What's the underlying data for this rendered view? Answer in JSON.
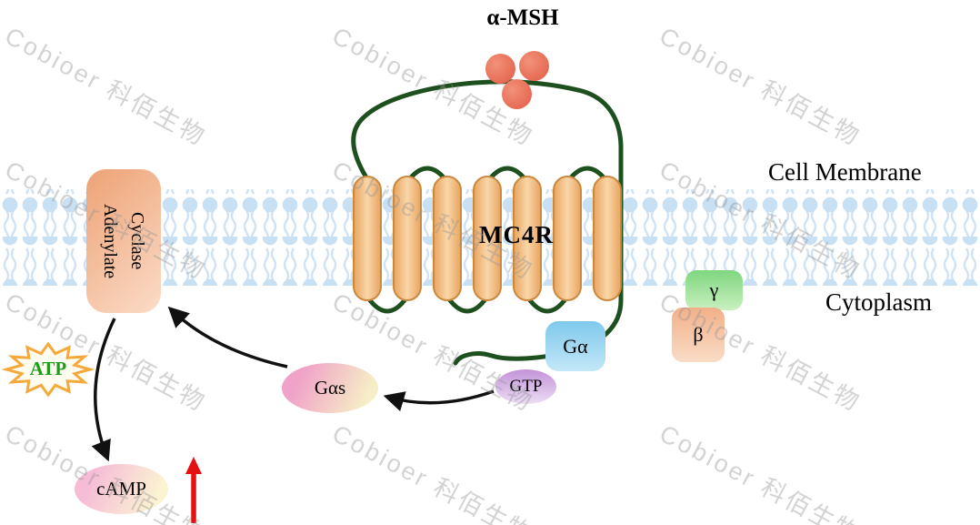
{
  "watermark": {
    "text": "Cobioer 科佰生物"
  },
  "labels": {
    "ligand": "α-MSH",
    "receptor": "MC4R",
    "cell_membrane": "Cell Membrane",
    "cytoplasm": "Cytoplasm",
    "adenylate_cyclase": "Adenylate\nCyclase",
    "atp": "ATP",
    "g_alpha_s": "Gαs",
    "gtp": "GTP",
    "g_alpha": "Gα",
    "gamma": "γ",
    "beta": "β",
    "camp": "cAMP"
  },
  "colors": {
    "helix_fill": "#f2b478",
    "helix_border": "#c9893f",
    "loop_green": "#1e4f1e",
    "membrane_blue": "#c7e0f4",
    "ligand_red": "#e25b43",
    "atp_text_green": "#18a018",
    "arrow_black": "#111111",
    "arrow_red": "#e51010",
    "g_alpha_blue": "#7fc9ec",
    "gamma_green": "#7fd67f",
    "beta_orange": "#f2b088",
    "gas_pink": "#f0a2c8",
    "gtp_purple": "#c394d8"
  }
}
